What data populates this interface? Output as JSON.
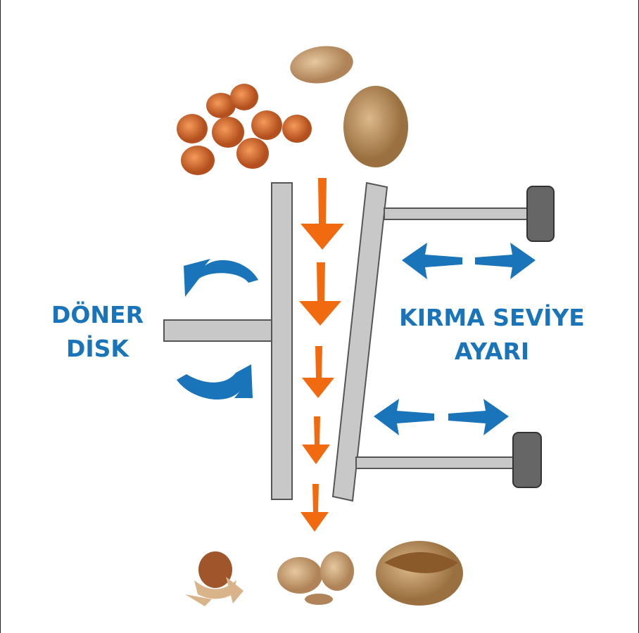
{
  "labels": {
    "rotating_disk": [
      "DÖNER",
      "DİSK"
    ],
    "crush_level": [
      "KIRMA SEVİYE",
      "AYARI"
    ]
  },
  "colors": {
    "label_blue": "#1a74ba",
    "flow_orange": "#f26a10",
    "plate_gray": "#c8c8c8",
    "handle_dark": "#666666"
  },
  "icons": [
    "hazelnut-icon",
    "almond-icon",
    "walnut-icon",
    "cracked-hazelnut-icon",
    "cracked-almond-icon",
    "cracked-walnut-icon"
  ]
}
